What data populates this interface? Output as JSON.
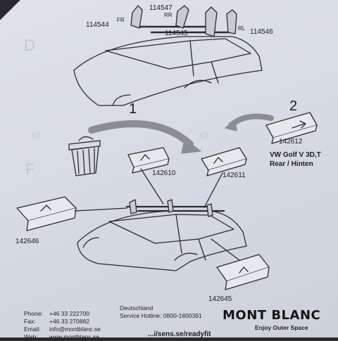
{
  "parts": {
    "top_left": "114547",
    "top_mid": "114544",
    "mid_center": "114545",
    "right": "114546",
    "pad_trash_1": "142610",
    "pad_trash_2": "142611",
    "pad_new": "142612",
    "pad_left": "142646",
    "pad_bottom": "142645"
  },
  "positions": {
    "fr": "FR",
    "rr": "RR",
    "rl": "RL"
  },
  "steps": {
    "one": "1",
    "two": "2"
  },
  "vehicle": {
    "line1": "VW Golf V 3D,T",
    "line2": "Rear / Hinten"
  },
  "contact": {
    "phone_label": "Phone:",
    "phone": "+46 33 222700",
    "fax_label": "Fax:",
    "fax": "+46 33 270882",
    "email_label": "Email:",
    "email": "info@montblanc.se",
    "web_label": "Web:",
    "web": "www.montblanc.se",
    "region": "Deutschland",
    "hotline": "Service Hotline: 0800-1800391",
    "url_fragment": "...i/sens.se/readyfit"
  },
  "brand": {
    "name": "MONT BLANC",
    "tagline": "Enjoy Outer Space"
  }
}
